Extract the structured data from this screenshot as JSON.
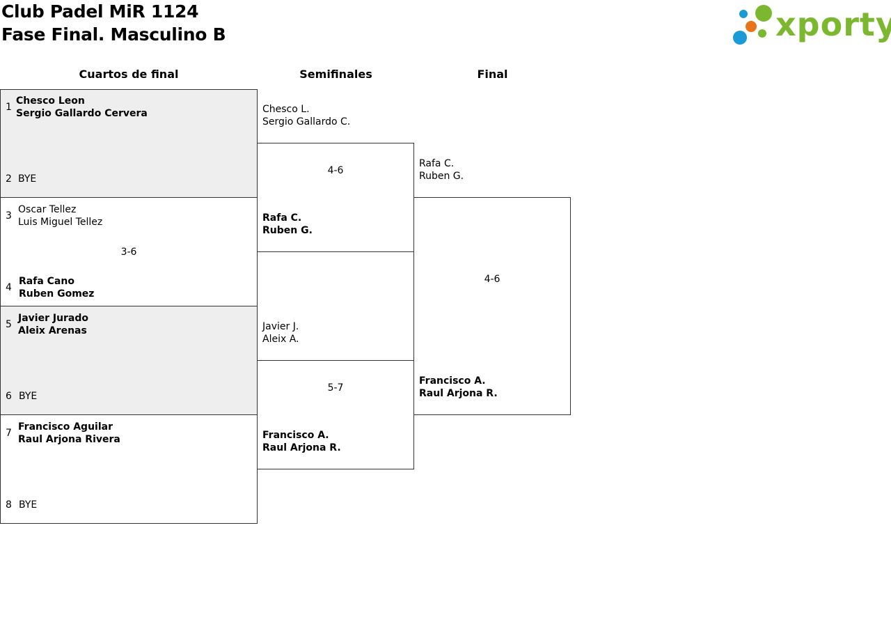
{
  "header": {
    "club": "Club Padel MiR 1124",
    "phase": "Fase Final. Masculino B",
    "logo_text": "xporty",
    "logo_colors": [
      "#7cb82f",
      "#e8731a",
      "#1a9ad6"
    ]
  },
  "rounds": {
    "quarters": "Cuartos de final",
    "semis": "Semifinales",
    "final": "Final"
  },
  "quarterfinals": [
    {
      "top": {
        "seed": "1",
        "p1": "Chesco Leon",
        "p2": "Sergio Gallardo Cervera"
      },
      "bottom": {
        "seed": "2",
        "p1": "BYE",
        "p2": ""
      },
      "score": ""
    },
    {
      "top": {
        "seed": "3",
        "p1": "Oscar Tellez",
        "p2": "Luis Miguel Tellez"
      },
      "bottom": {
        "seed": "4",
        "p1": "Rafa Cano",
        "p2": "Ruben Gomez"
      },
      "score": "3-6"
    },
    {
      "top": {
        "seed": "5",
        "p1": "Javier Jurado",
        "p2": "Aleix Arenas"
      },
      "bottom": {
        "seed": "6",
        "p1": "BYE",
        "p2": ""
      },
      "score": ""
    },
    {
      "top": {
        "seed": "7",
        "p1": "Francisco Aguilar",
        "p2": "Raul Arjona Rivera"
      },
      "bottom": {
        "seed": "8",
        "p1": "BYE",
        "p2": ""
      },
      "score": ""
    }
  ],
  "semifinals": [
    {
      "top": {
        "p1": "Chesco L.",
        "p2": "Sergio Gallardo C."
      },
      "bottom": {
        "p1": "Rafa C.",
        "p2": "Ruben G."
      },
      "score": "4-6"
    },
    {
      "top": {
        "p1": "Javier J.",
        "p2": "Aleix A."
      },
      "bottom": {
        "p1": "Francisco A.",
        "p2": "Raul Arjona R."
      },
      "score": "5-7"
    }
  ],
  "final": {
    "top": {
      "p1": "Rafa C.",
      "p2": "Ruben G."
    },
    "bottom": {
      "p1": "Francisco A.",
      "p2": "Raul Arjona R."
    },
    "score": "4-6"
  }
}
